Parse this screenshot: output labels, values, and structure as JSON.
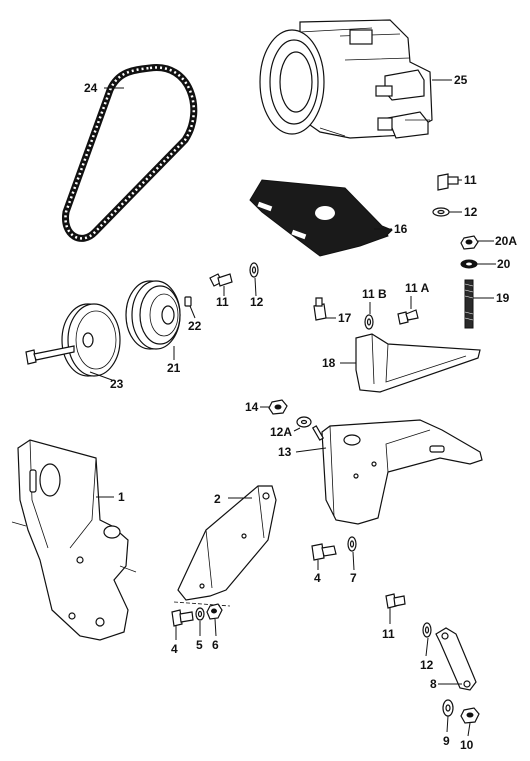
{
  "labels": {
    "l1": "1",
    "l2": "2",
    "l4a": "4",
    "l4b": "4",
    "l5": "5",
    "l6": "6",
    "l7": "7",
    "l8": "8",
    "l9": "9",
    "l10": "10",
    "l11a": "11",
    "l11b": "11",
    "l11c": "11",
    "l11A": "11 A",
    "l11B": "11 B",
    "l12a": "12",
    "l12b": "12",
    "l12c": "12",
    "l12A": "12A",
    "l13": "13",
    "l14": "14",
    "l16": "16",
    "l17": "17",
    "l18": "18",
    "l19": "19",
    "l20": "20",
    "l20A": "20A",
    "l21": "21",
    "l22": "22",
    "l23": "23",
    "l24": "24",
    "l25": "25"
  },
  "parts": [
    "compressor",
    "drive-belt",
    "compressor-mounting-bracket",
    "bolt",
    "washer",
    "nut",
    "lock-nut",
    "stud",
    "pulley",
    "double-pulley",
    "woodruff-key",
    "support-bracket",
    "main-bracket",
    "engine-mounting-plate",
    "strap-bracket",
    "tensioner-link"
  ]
}
